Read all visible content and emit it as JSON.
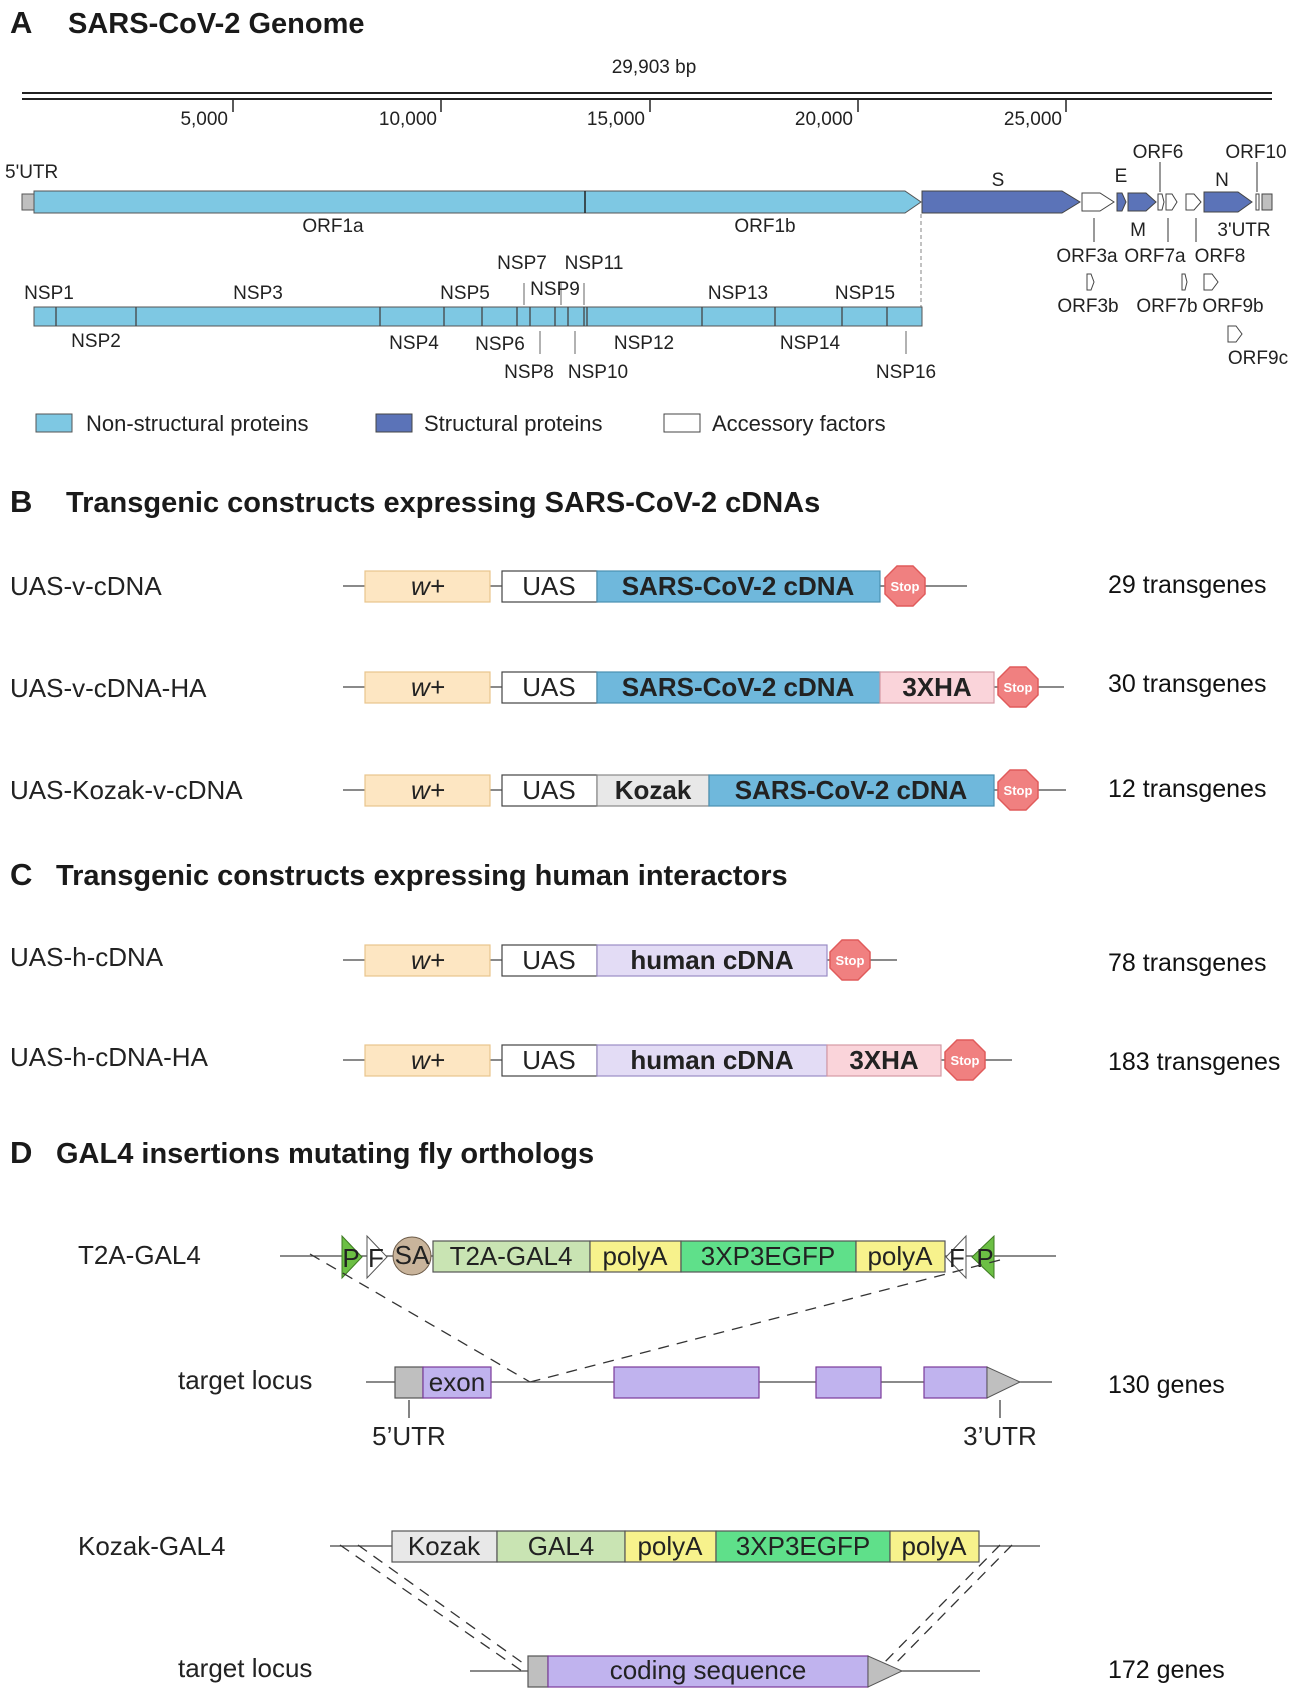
{
  "panel_a": {
    "letter": "A",
    "title": "SARS-CoV-2 Genome",
    "length_label": "29,903 bp",
    "ticks": [
      "5,000",
      "10,000",
      "15,000",
      "20,000",
      "25,000"
    ],
    "utr5": "5'UTR",
    "utr3": "3'UTR",
    "orf1a": "ORF1a",
    "orf1b": "ORF1b",
    "structural": {
      "s": "S",
      "e": "E",
      "m": "M",
      "n": "N"
    },
    "orfs": {
      "orf3a": "ORF3a",
      "orf3b": "ORF3b",
      "orf6": "ORF6",
      "orf7a": "ORF7a",
      "orf7b": "ORF7b",
      "orf8": "ORF8",
      "orf9b": "ORF9b",
      "orf9c": "ORF9c",
      "orf10": "ORF10"
    },
    "nsp": [
      "NSP1",
      "NSP2",
      "NSP3",
      "NSP4",
      "NSP5",
      "NSP6",
      "NSP7",
      "NSP8",
      "NSP9",
      "NSP10",
      "NSP11",
      "NSP12",
      "NSP13",
      "NSP14",
      "NSP15",
      "NSP16"
    ],
    "legend": [
      "Non-structural proteins",
      "Structural proteins",
      "Accessory factors"
    ]
  },
  "panel_b": {
    "letter": "B",
    "title": "Transgenic constructs expressing SARS-CoV-2 cDNAs",
    "rows": [
      {
        "name": "UAS-v-cDNA",
        "count": "29 transgenes"
      },
      {
        "name": "UAS-v-cDNA-HA",
        "count": "30 transgenes"
      },
      {
        "name": "UAS-Kozak-v-cDNA",
        "count": "12 transgenes"
      }
    ]
  },
  "panel_c": {
    "letter": "C",
    "title": "Transgenic constructs expressing human interactors",
    "rows": [
      {
        "name": "UAS-h-cDNA",
        "count": "78 transgenes"
      },
      {
        "name": "UAS-h-cDNA-HA",
        "count": "183 transgenes"
      }
    ]
  },
  "panel_d": {
    "letter": "D",
    "title": "GAL4 insertions mutating fly orthologs",
    "t2a_label": "T2A-GAL4",
    "target_label": "target locus",
    "t2a_count": "130 genes",
    "kozak_label": "Kozak-GAL4",
    "kozak_count": "172 genes",
    "utr5": "5’UTR",
    "utr3": "3’UTR",
    "coding": "coding sequence"
  },
  "elements": {
    "w": "w+",
    "uas": "UAS",
    "sars_cdna": "SARS-CoV-2 cDNA",
    "ha": "3XHA",
    "kozak": "Kozak",
    "human_cdna": "human cDNA",
    "stop": "Stop",
    "p": "P",
    "f": "F",
    "sa": "SA",
    "t2a_gal4": "T2A-GAL4",
    "gal4": "GAL4",
    "polya": "polyA",
    "egfp": "3XP3EGFP",
    "exon": "exon"
  },
  "colors": {
    "nonstructural": "#7ec8e3",
    "structural": "#5b73b8",
    "w": "#fde6c2",
    "sars": "#6fb8dc",
    "ha": "#fad4da",
    "human": "#e3dcf5",
    "stop": "#f08080",
    "green_p": "#6cbf44",
    "polya": "#f7f28c",
    "egfp": "#5fe08a",
    "t2a": "#c9e4b3",
    "exon": "#c0b3ee",
    "grey": "#bfbfbf"
  }
}
